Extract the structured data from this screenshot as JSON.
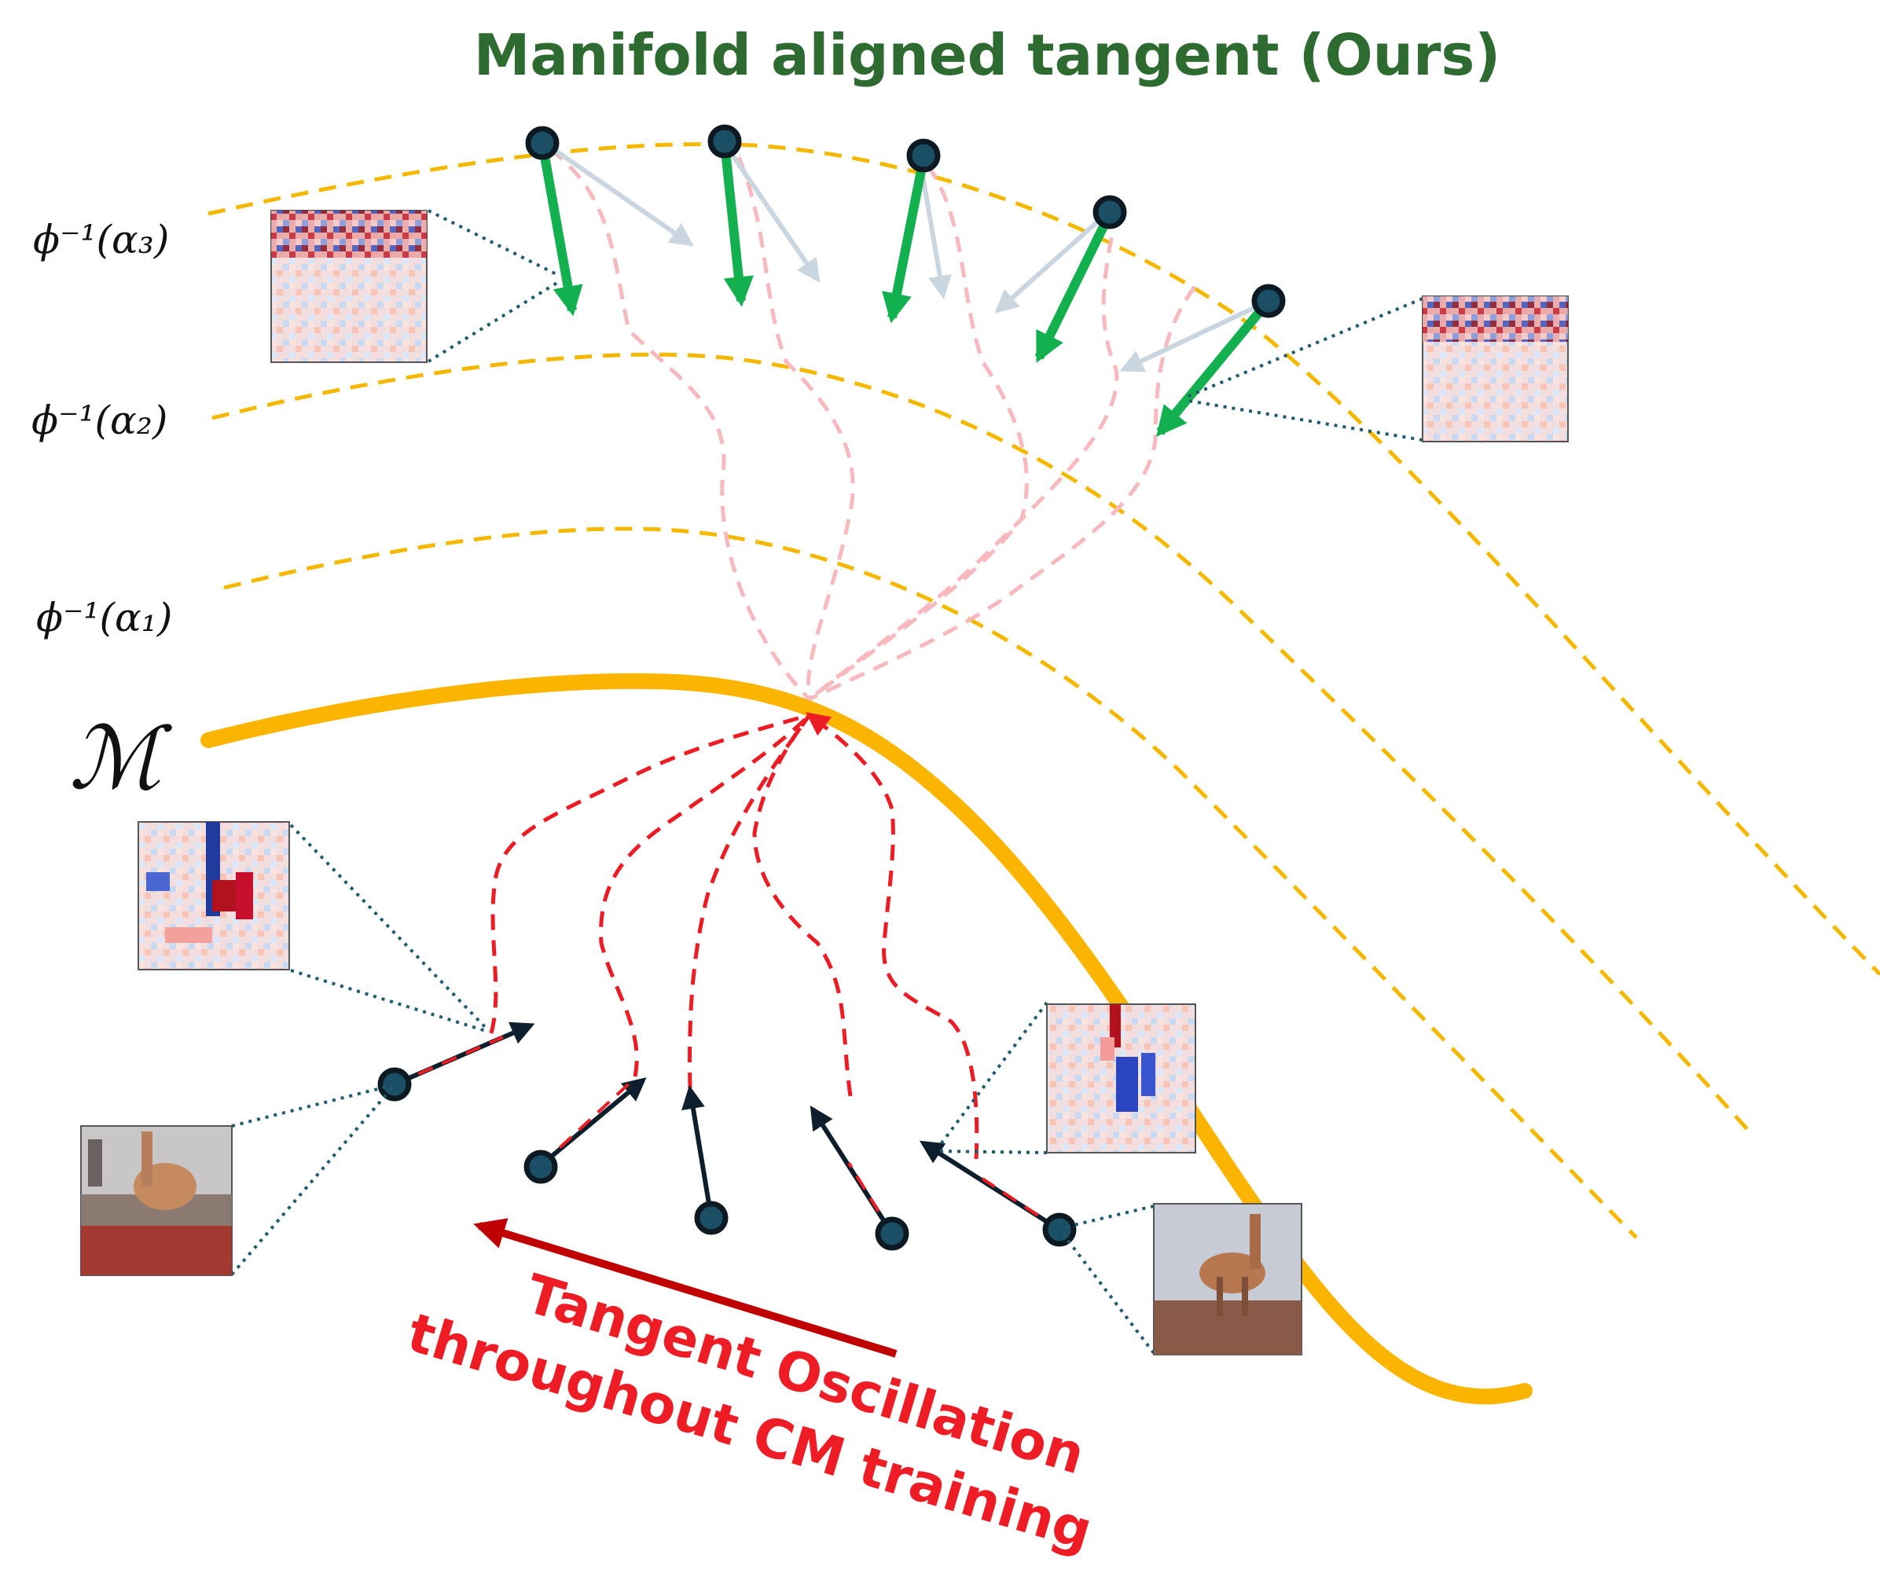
{
  "title": "Manifold aligned tangent (Ours)",
  "level_labels": [
    "ϕ⁻¹(α₃)",
    "ϕ⁻¹(α₂)",
    "ϕ⁻¹(α₁)"
  ],
  "manifold_label": "ℳ",
  "oscillation_caption": [
    "Tangent Oscillation",
    "throughout CM training"
  ],
  "colors": {
    "title": "#2e6b30",
    "level_set": "#f5b800",
    "manifold": "#fbb500",
    "aligned_arrow": "#13b050",
    "faint_arrow": "#c9d6df",
    "trajectory_faint": "#f7b9bd",
    "trajectory": "#ec1c24",
    "caption": "#ee1c25",
    "caption_arrow": "#c00000",
    "point_fill": "#1a4f66",
    "point_stroke": "#0e1a22",
    "leader": "#1f5a6e"
  }
}
